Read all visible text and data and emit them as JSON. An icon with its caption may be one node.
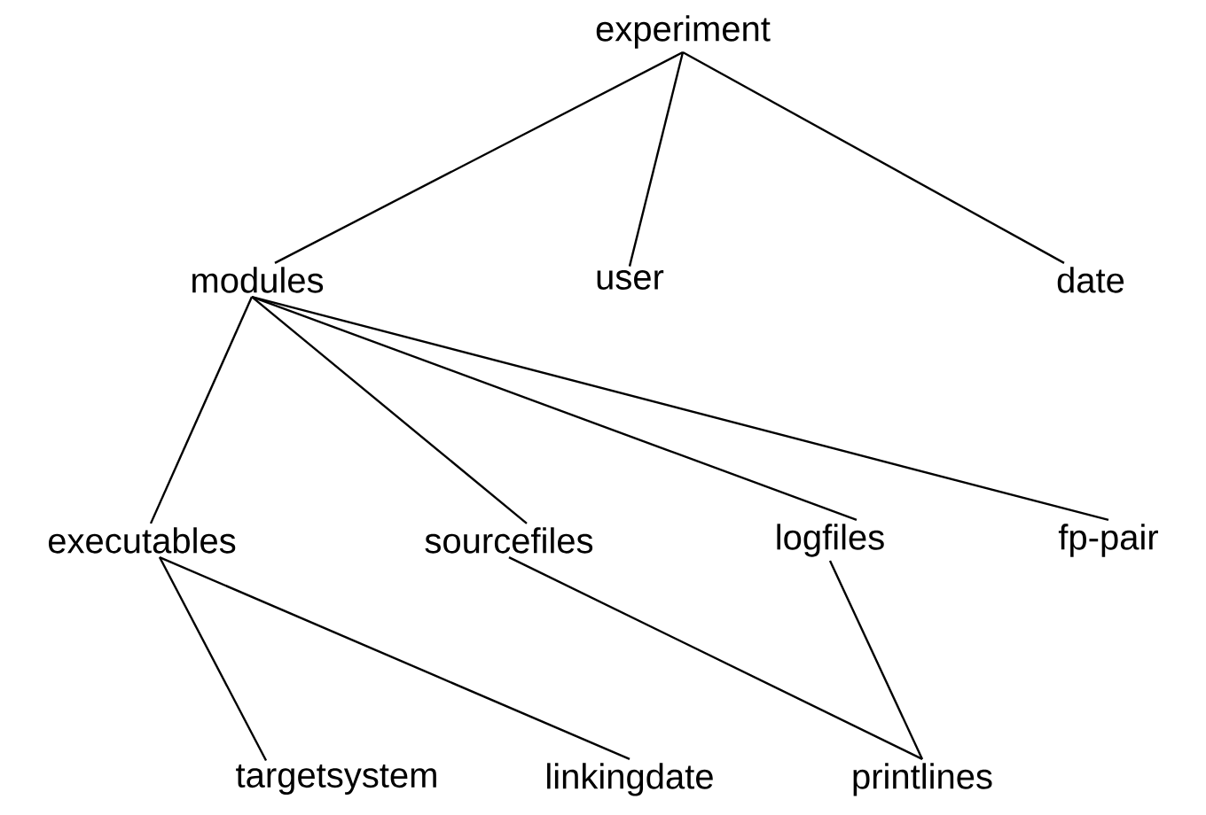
{
  "diagram": {
    "nodes": [
      {
        "text": [
          "experiment"
        ]
      },
      {
        "text": [
          "modules"
        ]
      },
      {
        "text": [
          "user"
        ]
      },
      {
        "text": [
          "date"
        ]
      },
      {
        "text": [
          "executables"
        ]
      },
      {
        "text": [
          "sourcefiles"
        ]
      },
      {
        "text": [
          "logfiles"
        ]
      },
      {
        "text": [
          "fp-pair"
        ]
      },
      {
        "text": [
          "targetsystem"
        ]
      },
      {
        "text": [
          "linkingdate"
        ]
      },
      {
        "text": [
          "printlines"
        ]
      }
    ],
    "edges": [
      {
        "from": 0,
        "to": 1,
        "arrow": "none"
      },
      {
        "from": 0,
        "to": 2,
        "arrow": "none"
      },
      {
        "from": 0,
        "to": 3,
        "arrow": "none"
      },
      {
        "from": 1,
        "to": 4,
        "arrow": "none"
      },
      {
        "from": 1,
        "to": 5,
        "arrow": "none"
      },
      {
        "from": 1,
        "to": 6,
        "arrow": "none"
      },
      {
        "from": 1,
        "to": 7,
        "arrow": "none"
      },
      {
        "from": 4,
        "to": 8,
        "arrow": "none"
      },
      {
        "from": 4,
        "to": 9,
        "arrow": "none"
      },
      {
        "from": 5,
        "to": 10,
        "arrow": "none"
      },
      {
        "from": 6,
        "to": 10,
        "arrow": "none"
      }
    ]
  }
}
